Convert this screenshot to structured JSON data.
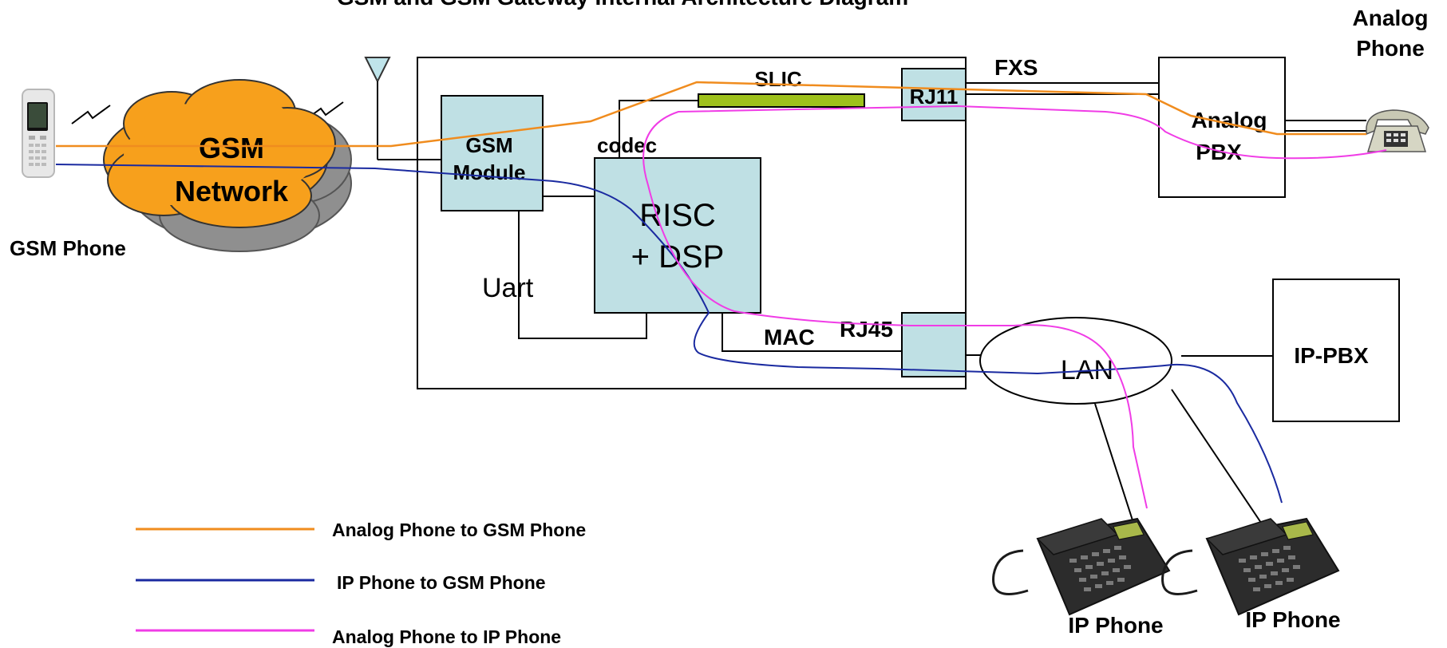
{
  "title": "GSM and GSM Gateway Internal Architecture Diagram",
  "labels": {
    "gsm_phone": "GSM Phone",
    "gsm_network_line1": "GSM",
    "gsm_network_line2": "Network",
    "gsm_module_line1": "GSM",
    "gsm_module_line2": "Module",
    "slic": "SLIC",
    "codec": "codec",
    "risc_line1": "RISC",
    "risc_line2": "+ DSP",
    "uart": "Uart",
    "mac": "MAC",
    "rj11": "RJ11",
    "rj45": "RJ45",
    "fxs": "FXS",
    "analog_pbx_line1": "Analog",
    "analog_pbx_line2": "PBX",
    "analog_phone_line1": "Analog",
    "analog_phone_line2": "Phone",
    "lan": "LAN",
    "ip_pbx": "IP-PBX",
    "ip_phone_1": "IP Phone",
    "ip_phone_2": "IP Phone"
  },
  "legend": [
    {
      "label": "Analog Phone to GSM Phone",
      "color": "#f08c1e"
    },
    {
      "label": "IP Phone to GSM Phone",
      "color": "#1a2aa0"
    },
    {
      "label": "Analog Phone to IP Phone",
      "color": "#f03ce6"
    }
  ],
  "colors": {
    "box_fill": "#bfe0e4",
    "cloud_fill": "#f7a01c",
    "cloud_shadow": "#8f8f8f",
    "slic_fill": "#9ec11c",
    "antenna_fill": "#bfe4ea"
  }
}
